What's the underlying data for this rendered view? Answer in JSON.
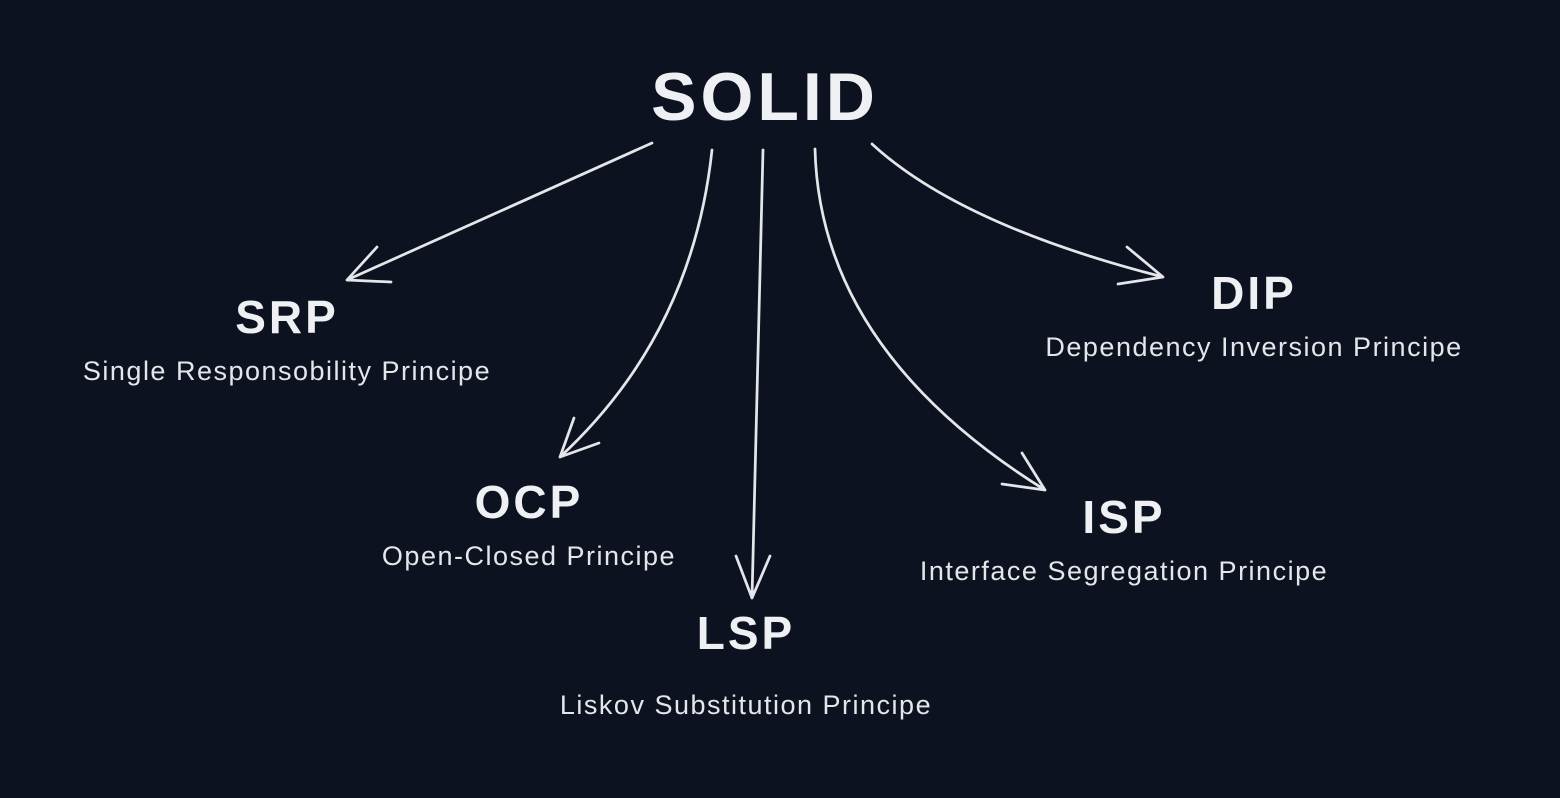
{
  "title": "SOLID",
  "theme": {
    "background": "#0d1220",
    "ink": "#e8eaee"
  },
  "nodes": [
    {
      "id": "srp",
      "abbr": "SRP",
      "name": "Single Responsobility Principe"
    },
    {
      "id": "ocp",
      "abbr": "OCP",
      "name": "Open-Closed Principe"
    },
    {
      "id": "lsp",
      "abbr": "LSP",
      "name": "Liskov Substitution Principe"
    },
    {
      "id": "isp",
      "abbr": "ISP",
      "name": "Interface Segregation Principe"
    },
    {
      "id": "dip",
      "abbr": "DIP",
      "name": "Dependency Inversion Principe"
    }
  ],
  "edges": [
    {
      "from": "SOLID",
      "to": "SRP"
    },
    {
      "from": "SOLID",
      "to": "OCP"
    },
    {
      "from": "SOLID",
      "to": "LSP"
    },
    {
      "from": "SOLID",
      "to": "ISP"
    },
    {
      "from": "SOLID",
      "to": "DIP"
    }
  ]
}
